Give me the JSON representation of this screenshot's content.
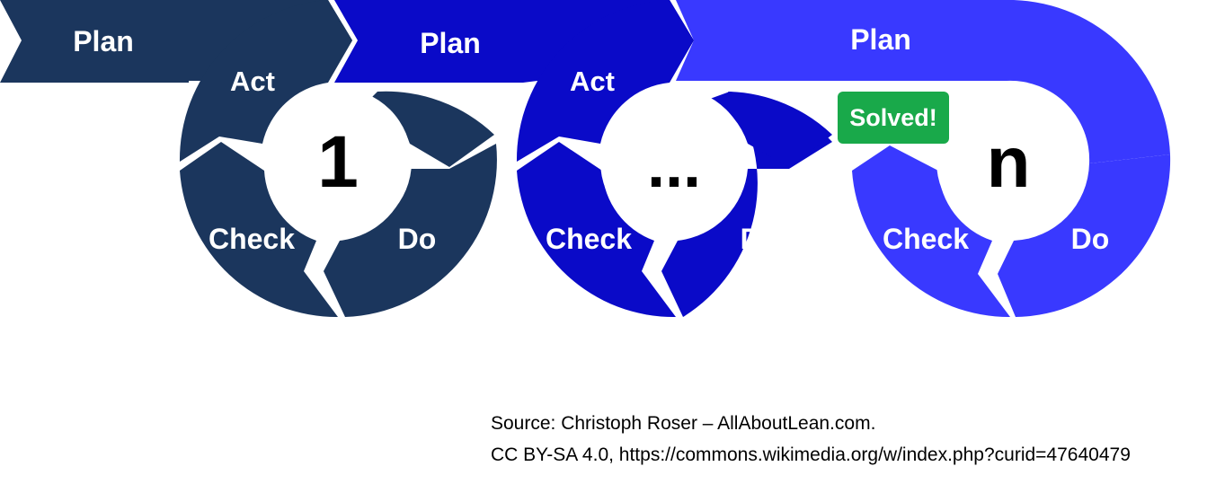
{
  "colors": {
    "cycle_1": "#1b365d",
    "cycle_2": "#0a0ac8",
    "cycle_n": "#3939ff",
    "solved_badge": "#19a94a",
    "background": "#ffffff"
  },
  "cycles": [
    {
      "plan_label": "Plan",
      "act_label": "Act",
      "check_label": "Check",
      "do_label": "Do",
      "center_label": "1"
    },
    {
      "plan_label": "Plan",
      "act_label": "Act",
      "check_label": "Check",
      "do_label": "Do",
      "center_label": "..."
    },
    {
      "plan_label": "Plan",
      "check_label": "Check",
      "do_label": "Do",
      "center_label": "n"
    }
  ],
  "solved_badge": {
    "label": "Solved!"
  },
  "source": {
    "line1": "Source: Christoph Roser – AllAboutLean.com.",
    "line2": "CC BY-SA 4.0, https://commons.wikimedia.org/w/index.php?curid=47640479"
  }
}
